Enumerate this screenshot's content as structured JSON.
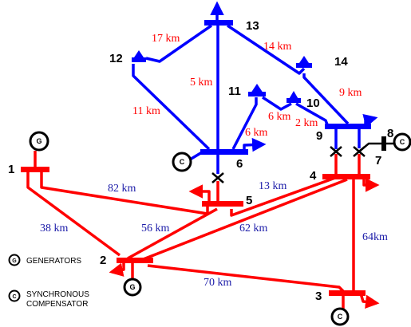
{
  "colors": {
    "high_voltage": "#ff0000",
    "low_voltage": "#0000ff",
    "distance_red_side": "#1a1aa8",
    "distance_blue_side": "#ff0000",
    "device": "#000000"
  },
  "buses": [
    "1",
    "2",
    "3",
    "4",
    "5",
    "6",
    "7",
    "8",
    "9",
    "10",
    "11",
    "12",
    "13",
    "14"
  ],
  "distances": {
    "d_12_13": "17 km",
    "d_13_14": "14 km",
    "d_13_6": "5 km",
    "d_12_6": "11 km",
    "d_11_6": "6 km",
    "d_10_11": "6 km",
    "d_9_10": "2 km",
    "d_9_14": "9 km",
    "d_1_5": "82 km",
    "d_5_4": "13 km",
    "d_1_2": "38 km",
    "d_2_5": "56 km",
    "d_2_4": "62 km",
    "d_4_3": "64km",
    "d_2_3": "70 km"
  },
  "symbols": {
    "generator": "G",
    "compensator": "C"
  },
  "legend": {
    "generators": "GENERATORS",
    "sync_line1": "SYNCHRONOUS",
    "sync_line2": "COMPENSATOR"
  }
}
